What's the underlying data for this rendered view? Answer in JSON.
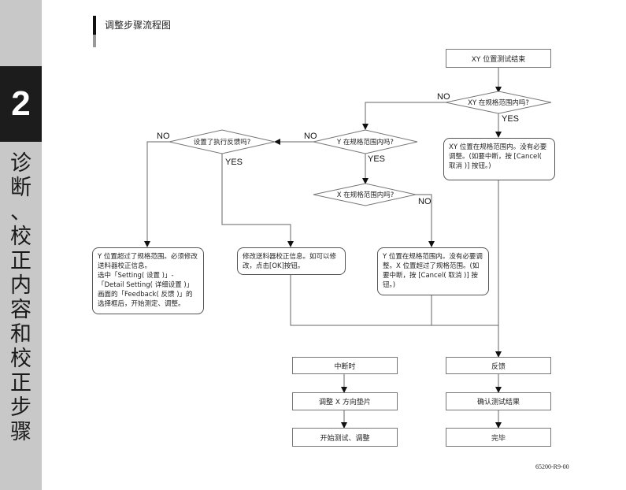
{
  "chapter": {
    "number": "2",
    "title": "诊\n断\n、\n校\n正\n内\n容\n和\n校\n正\n步\n骤"
  },
  "section_title": "调整步骤流程图",
  "flow": {
    "start": "XY 位置测试结束",
    "d_xy": "XY 在规格范围内吗?",
    "d_y": "Y 在规格范围内吗?",
    "d_feedback": "设置了执行反馈吗?",
    "d_x": "X 在规格范围内吗?",
    "note_xy_ok": "XY 位置在规格范围内。没有必要调整。(如要中断，按 [Cancel( 取消 )] 按钮。)",
    "note_y_out": "Y 位置超过了规格范围。必须修改送料器校正信息。\n选中「Setting( 设置 )」-「Detail Setting( 详细设置 )」画面的「Feedback( 反馈 )」的选择框后，开始测定、调整。",
    "note_modify": "修改送料器校正信息。如可以修改，点击[OK]按钮。",
    "note_x_out": "Y 位置在规格范围内。没有必要调整。X 位置超过了规格范围。(如要中断，按 [Cancel( 取消 )] 按钮。)",
    "interrupt": "中断时",
    "feedback": "反馈",
    "adjust_x_pad": "调整 X 方向垫片",
    "start_measure": "开始测试、调整",
    "confirm_result": "确认测试结果",
    "finish": "完毕"
  },
  "labels": {
    "no": "NO",
    "yes": "YES"
  },
  "footer_code": "65200-R9-00"
}
